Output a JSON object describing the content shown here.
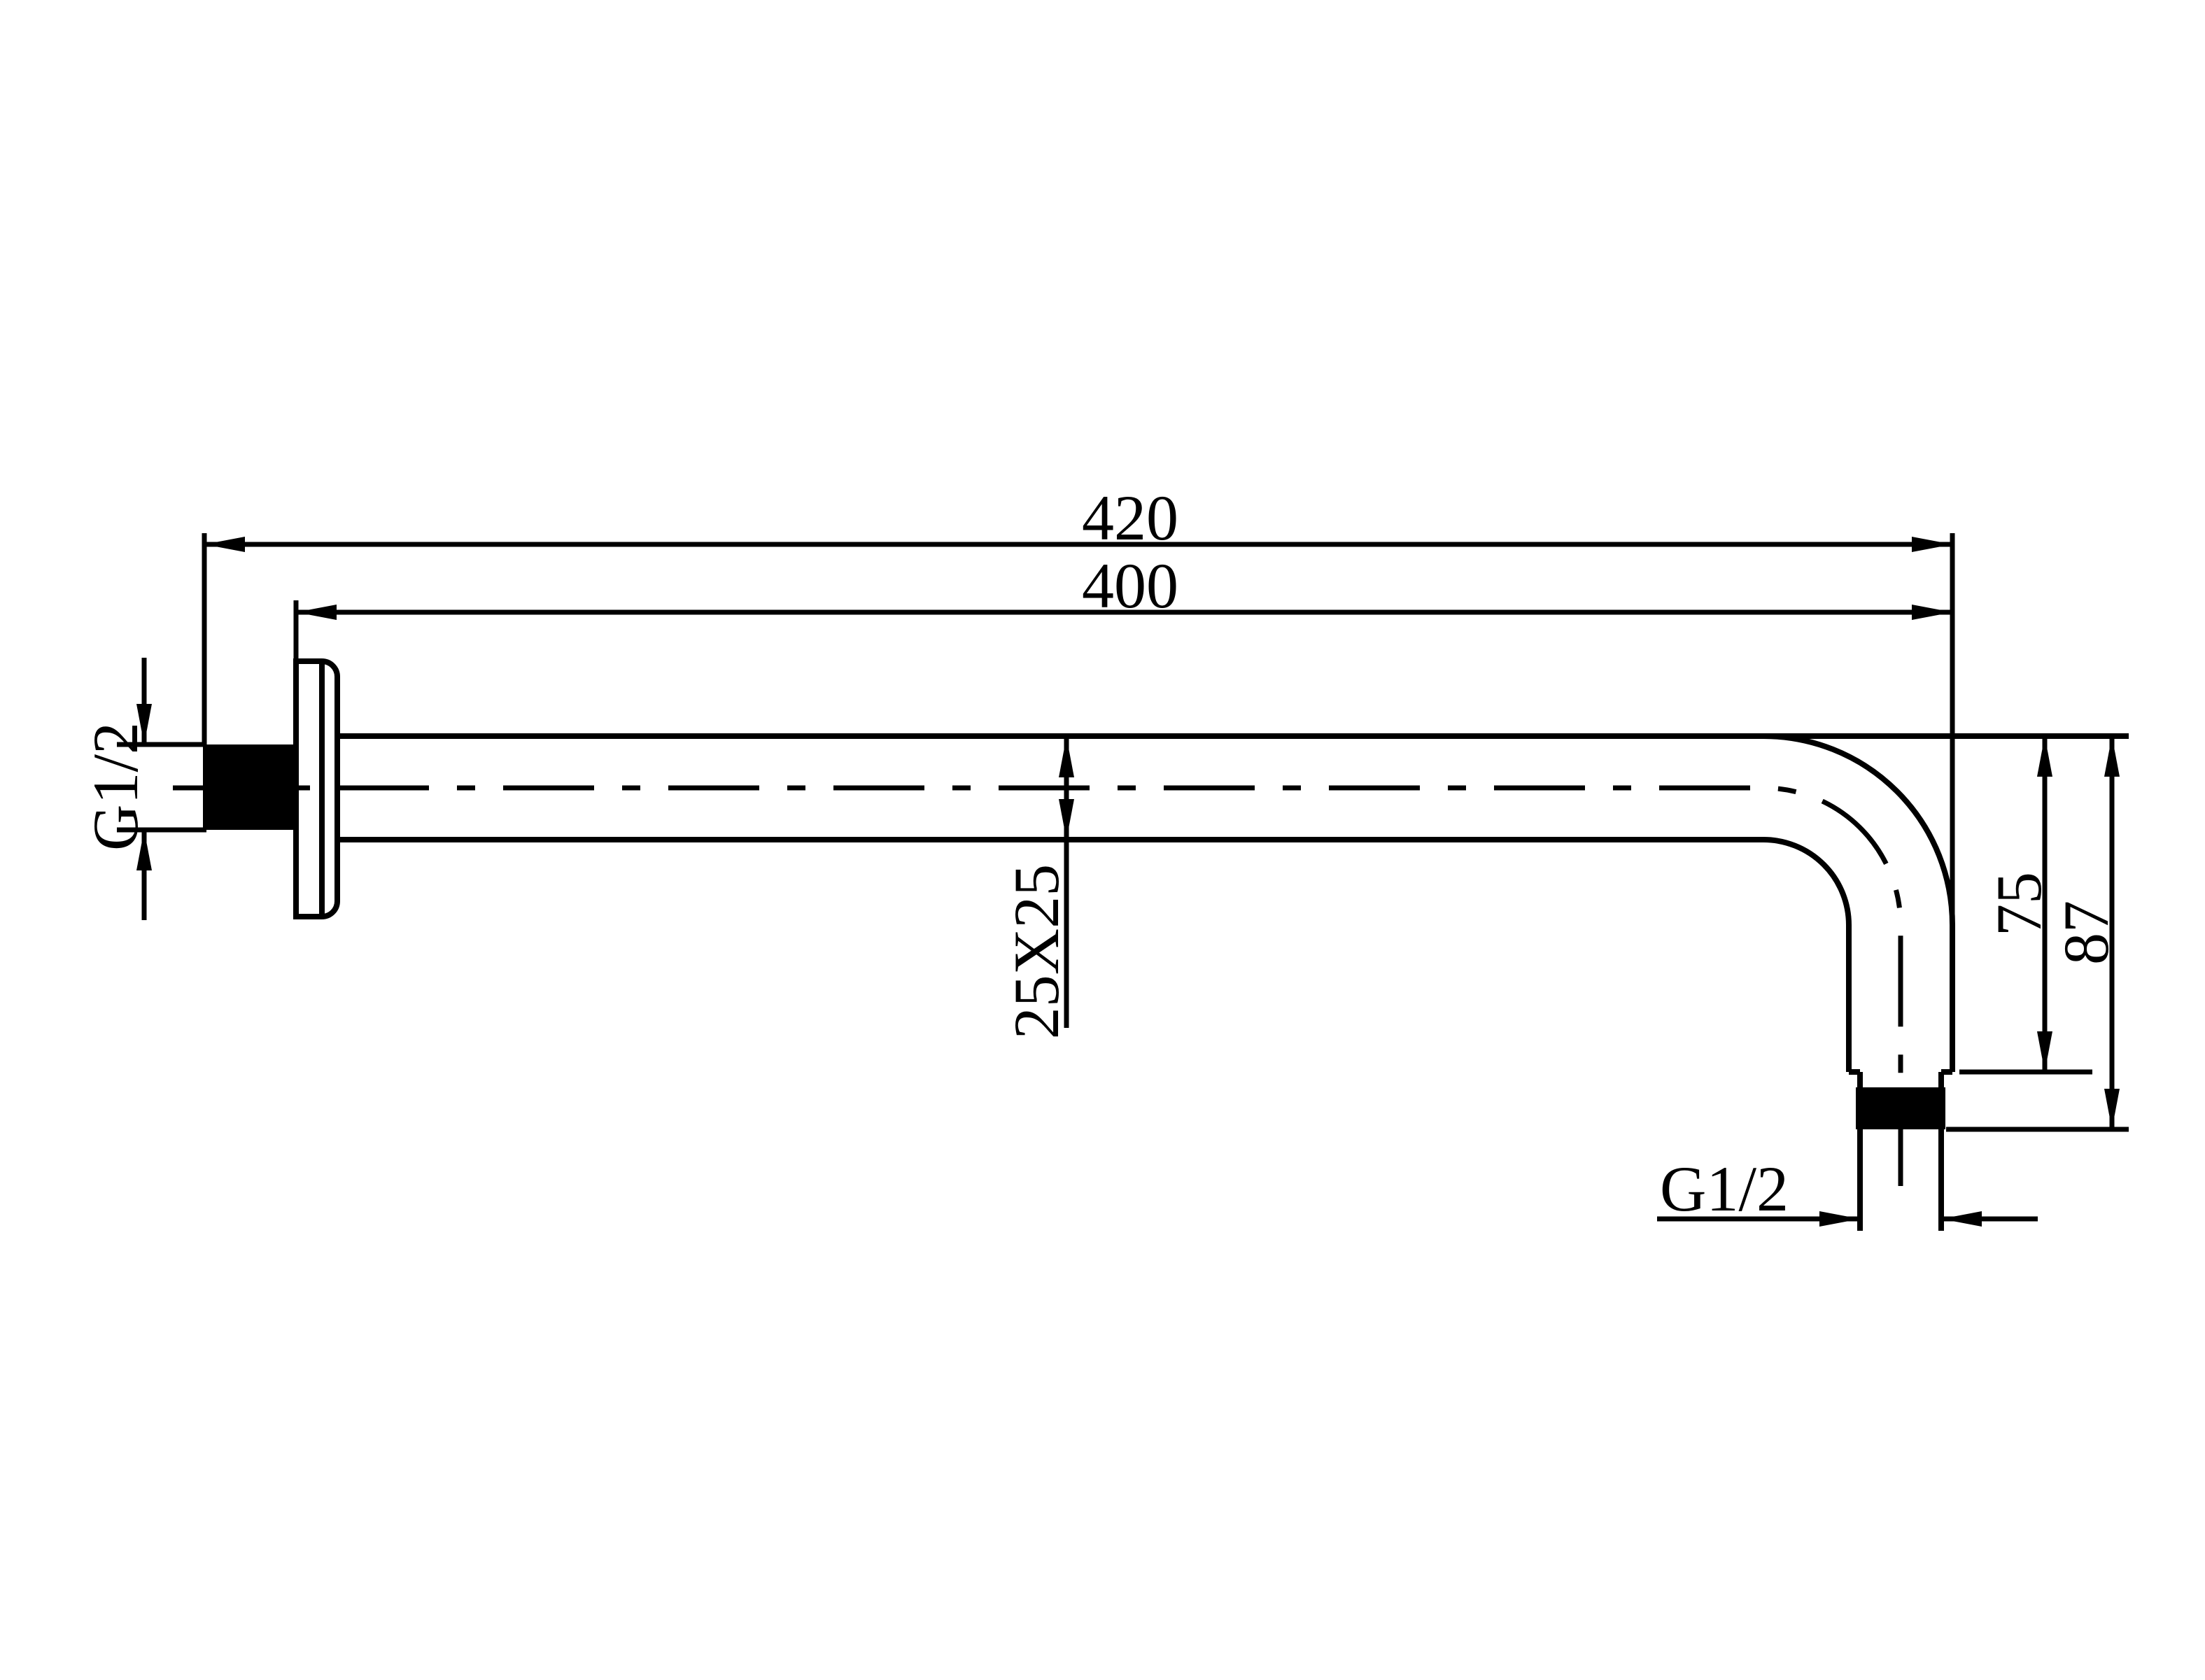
{
  "drawing": {
    "background_color": "#ffffff",
    "line_color": "#000000",
    "labels": {
      "overall_length": "420",
      "arm_length": "400",
      "inlet_thread": "G1/2",
      "tube_section": "25X25",
      "drop_to_tube_end": "75",
      "drop_overall": "87",
      "outlet_thread": "G1/2"
    }
  }
}
